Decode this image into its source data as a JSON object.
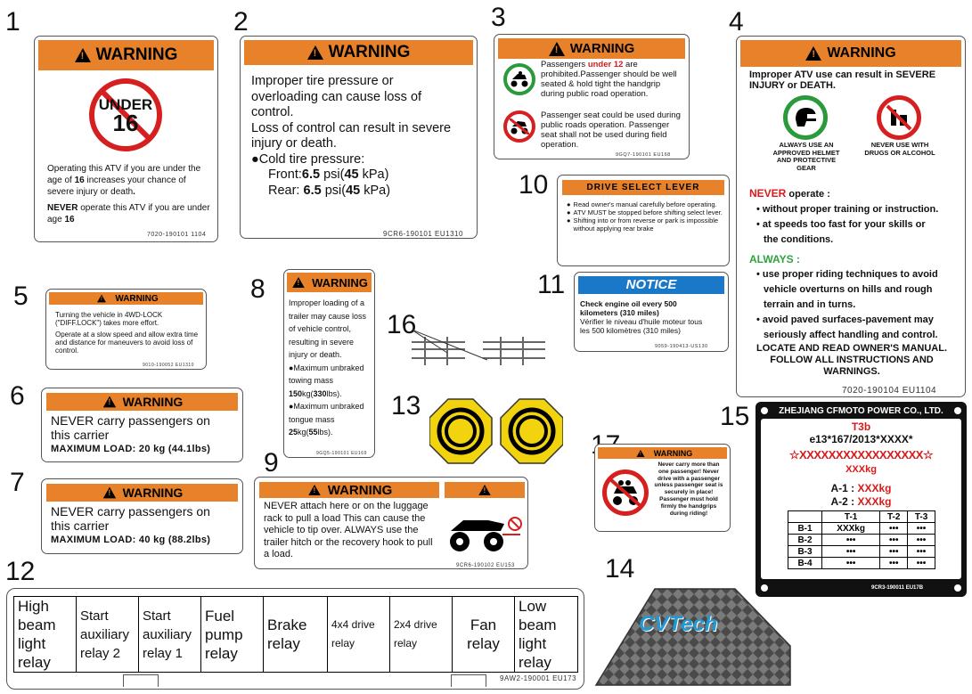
{
  "numbers": {
    "n1": "1",
    "n2": "2",
    "n3": "3",
    "n4": "4",
    "n5": "5",
    "n6": "6",
    "n7": "7",
    "n8": "8",
    "n9": "9",
    "n10": "10",
    "n11": "11",
    "n12": "12",
    "n13": "13",
    "n14": "14",
    "n15": "15",
    "n16": "16",
    "n17": "17"
  },
  "label1": {
    "header": "WARNING",
    "under": "UNDER",
    "age": "16",
    "body_pre": "Operating this ATV if you are under the age of ",
    "body_age": "16",
    "body_post": " increases your chance of severe injury or death",
    "never": "NEVER",
    "never_post": " operate this ATV if you are under age ",
    "never_age": "16",
    "code": "7020-190101   1104"
  },
  "label2": {
    "header": "WARNING",
    "l1": "Improper tire pressure or",
    "l2": "overloading can cause loss of",
    "l3": "control.",
    "l4": "Loss of control can result in severe",
    "l5": "injury or death.",
    "l6": "●Cold tire pressure:",
    "front": "Front:",
    "front_v": "6.5",
    "front_u": " psi(",
    "front_k": "45",
    "front_ku": " kPa)",
    "rear": "Rear: ",
    "rear_v": "6.5",
    "rear_u": " psi(",
    "rear_k": "45",
    "rear_ku": " kPa)",
    "code": "9CR6-190101  EU1310"
  },
  "label3": {
    "header": "WARNING",
    "p1a": "Passengers ",
    "p1red": "under 12",
    "p1b": " are prohibited.Passenger should be well seated & hold tight the handgrip during public road operation.",
    "p2": "Passenger seat could be used during public roads operation. Passenger seat shall not be used during field operation.",
    "code": "9GQ7-190101  EU168"
  },
  "label4": {
    "header": "WARNING",
    "intro": "Improper ATV use can result in SEVERE INJURY or DEATH.",
    "icon1": "ALWAYS USE AN APPROVED HELMET AND PROTECTIVE GEAR",
    "icon2": "NEVER USE WITH DRUGS OR ALCOHOL",
    "never": "NEVER",
    "never_post": " operate :",
    "n1": "• without proper training or instruction.",
    "n2": "• at speeds too fast for your skills or",
    "n2b": "the conditions.",
    "always": "ALWAYS :",
    "a1": "• use proper riding techniques to avoid",
    "a1b": "vehicle overturns on hills and rough",
    "a1c": "terrain and in turns.",
    "a2": "• avoid paved surfaces-pavement may",
    "a2b": "seriously affect handling and control.",
    "f1": "LOCATE AND READ OWNER'S MANUAL.",
    "f2": "FOLLOW ALL INSTRUCTIONS AND WARNINGS.",
    "code": "7020-190104   EU1104"
  },
  "label5": {
    "header": "WARNING",
    "l1": "Turning the vehicle in 4WD-LOCK (\"DIFF.LOCK\") takes more effort.",
    "l2": "Operate at a slow speed and allow extra time and distance for maneuvers to avoid loss of control.",
    "code": "9010-190052  EU1310"
  },
  "label6": {
    "header": "WARNING",
    "l1": "NEVER carry passengers on",
    "l2": "this carrier",
    "l3": "MAXIMUM  LOAD: 20 kg  (44.1lbs)"
  },
  "label7": {
    "header": "WARNING",
    "l1": "NEVER carry passengers on",
    "l2": "this carrier",
    "l3": "MAXIMUM  LOAD: 40 kg  (88.2lbs)"
  },
  "label8": {
    "header": "WARNING",
    "l1": "Improper loading of a trailer may cause loss of vehicle control, resulting in severe injury or death.",
    "l2": "●Maximum unbraked towing mass ",
    "l2b": "150",
    "l2c": "kg(",
    "l2d": "330",
    "l2e": "lbs).",
    "l3": "●Maximum unbraked tongue mass ",
    "l3b": "25",
    "l3c": "kg(",
    "l3d": "55",
    "l3e": "lbs).",
    "code": "9GQ5-190101  EU169"
  },
  "label9": {
    "header": "WARNING",
    "body": "NEVER attach here or on the luggage rack to pull a load This can cause the vehicle to tip over. ALWAYS use the trailer hitch or the recovery hook to pull a load.",
    "code": "9CR6-190102  EU153"
  },
  "label10": {
    "header": "DRIVE SELECT LEVER",
    "b1": "Read owner's manual carefully before operating.",
    "b2": "ATV MUST be stopped before shifting select lever.",
    "b3": "Shifting into or from reverse or park is impossible without applying rear brake"
  },
  "label11": {
    "header": "NOTICE",
    "l1": "Check engine oil every 500",
    "l2": "kilometers (310 miles)",
    "l3": "Vérifier le niveau d'huile moteur tous",
    "l4": "les 500 kilomètres (310 miles)",
    "code": "9059-190413-US130"
  },
  "label12": {
    "cells": [
      "High beam light relay",
      "Start auxiliary relay 2",
      "Start auxiliary relay 1",
      "Fuel pump relay",
      "Brake relay",
      "4x4 drive relay",
      "2x4 drive relay",
      "Fan relay",
      "Low beam light relay"
    ],
    "code": "9AW2-190001   EU173"
  },
  "label14": {
    "brand": "CVTech"
  },
  "label15": {
    "company": "ZHEJIANG CFMOTO POWER CO., LTD.",
    "model": "T3b",
    "approval": "e13*167/2013*XXXX*",
    "vin": "☆XXXXXXXXXXXXXXXXX☆",
    "mass": "XXXkg",
    "a1": "A-1 : ",
    "a1v": "XXXkg",
    "a2": "A-2 : ",
    "a2v": "XXXkg",
    "cols": [
      "T-1",
      "T-2",
      "T-3"
    ],
    "rows": [
      {
        "r": "B-1",
        "v": [
          "XXXkg",
          "•••",
          "•••"
        ]
      },
      {
        "r": "B-2",
        "v": [
          "•••",
          "•••",
          "•••"
        ]
      },
      {
        "r": "B-3",
        "v": [
          "•••",
          "•••",
          "•••"
        ]
      },
      {
        "r": "B-4",
        "v": [
          "•••",
          "•••",
          "•••"
        ]
      }
    ],
    "code": "9CR3-190011    EU17B"
  },
  "label17": {
    "header": "WARNING",
    "body": "Never carry more than one passenger! Never drive with a passenger unless passenger seat is securely in place! Passenger must hold firmly the handgrips during riding!"
  }
}
